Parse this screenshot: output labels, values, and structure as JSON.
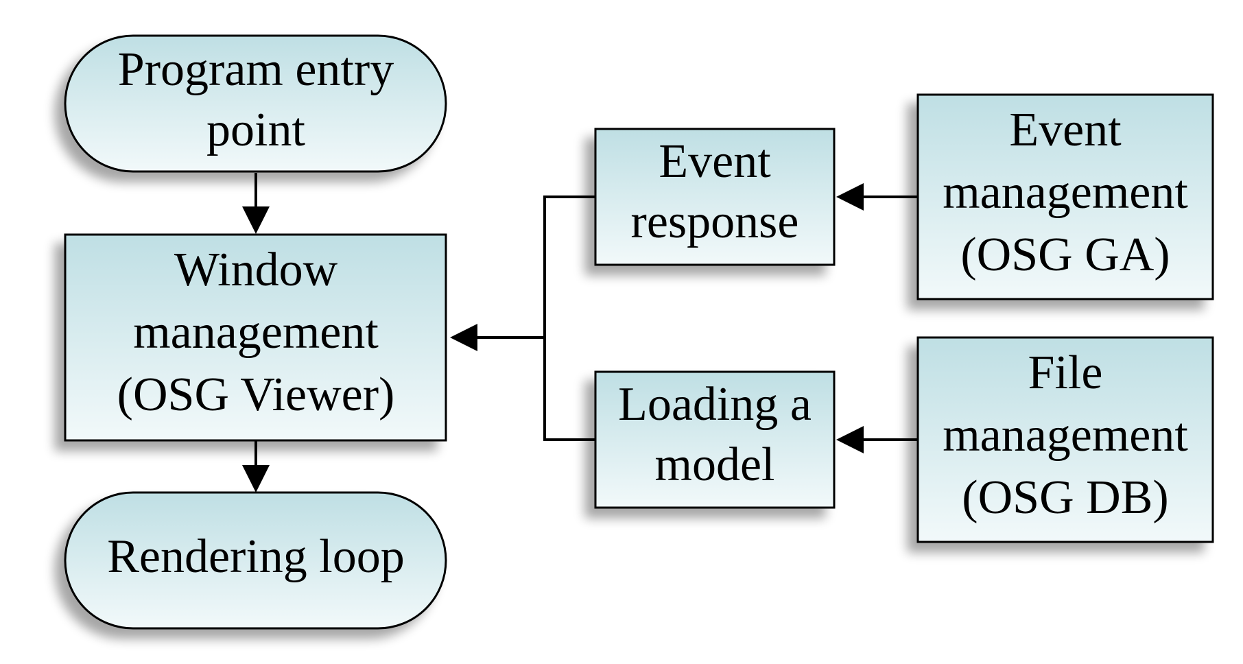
{
  "nodes": {
    "program_entry": [
      "Program entry",
      "point"
    ],
    "window_management": [
      "Window",
      "management",
      "(OSG Viewer)"
    ],
    "rendering_loop": [
      "Rendering loop"
    ],
    "event_response": [
      "Event",
      "response"
    ],
    "loading_model": [
      "Loading a",
      "model"
    ],
    "event_management": [
      "Event",
      "management",
      "(OSG GA)"
    ],
    "file_management": [
      "File",
      "management",
      "(OSG DB)"
    ]
  },
  "colors": {
    "box_fill_light": "#e6f3f5",
    "box_fill_dark": "#bfe0e4",
    "stroke": "#000000"
  }
}
